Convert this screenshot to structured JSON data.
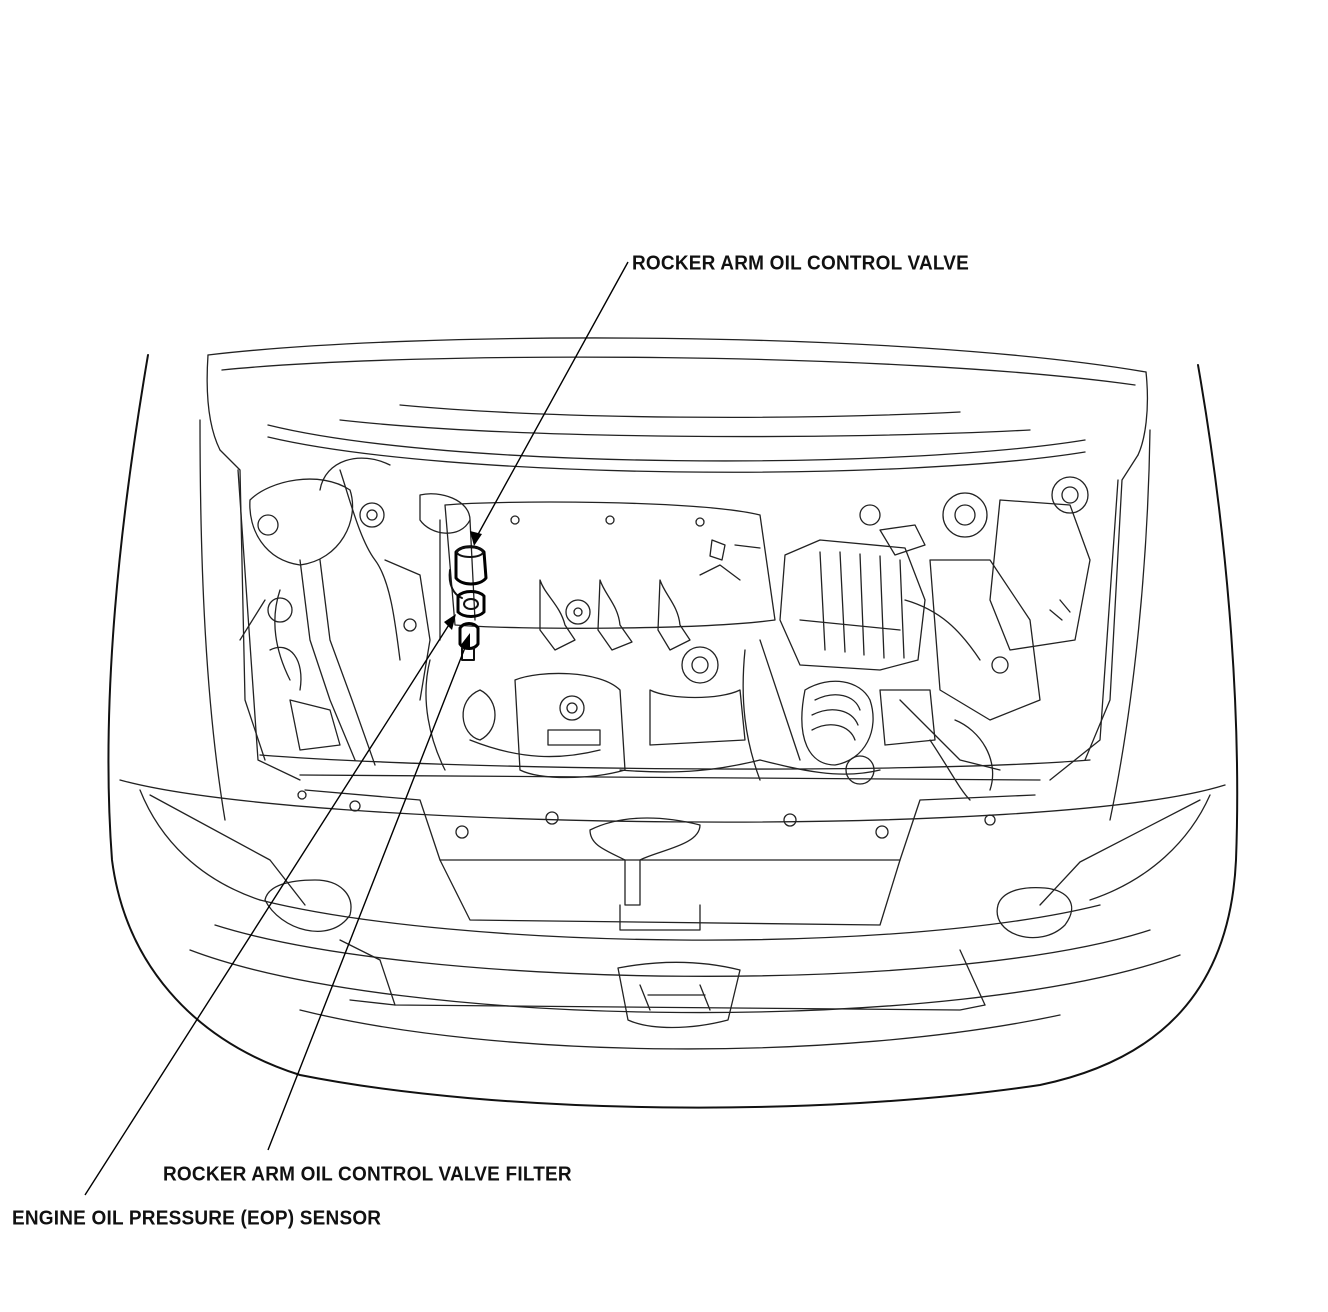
{
  "callouts": {
    "rocker_arm_oil_control_valve": "ROCKER ARM OIL CONTROL VALVE",
    "rocker_arm_oil_control_valve_filter": "ROCKER ARM OIL CONTROL VALVE FILTER",
    "engine_oil_pressure_sensor": "ENGINE OIL PRESSURE (EOP) SENSOR"
  },
  "colors": {
    "line": "#000000",
    "background": "#ffffff"
  }
}
